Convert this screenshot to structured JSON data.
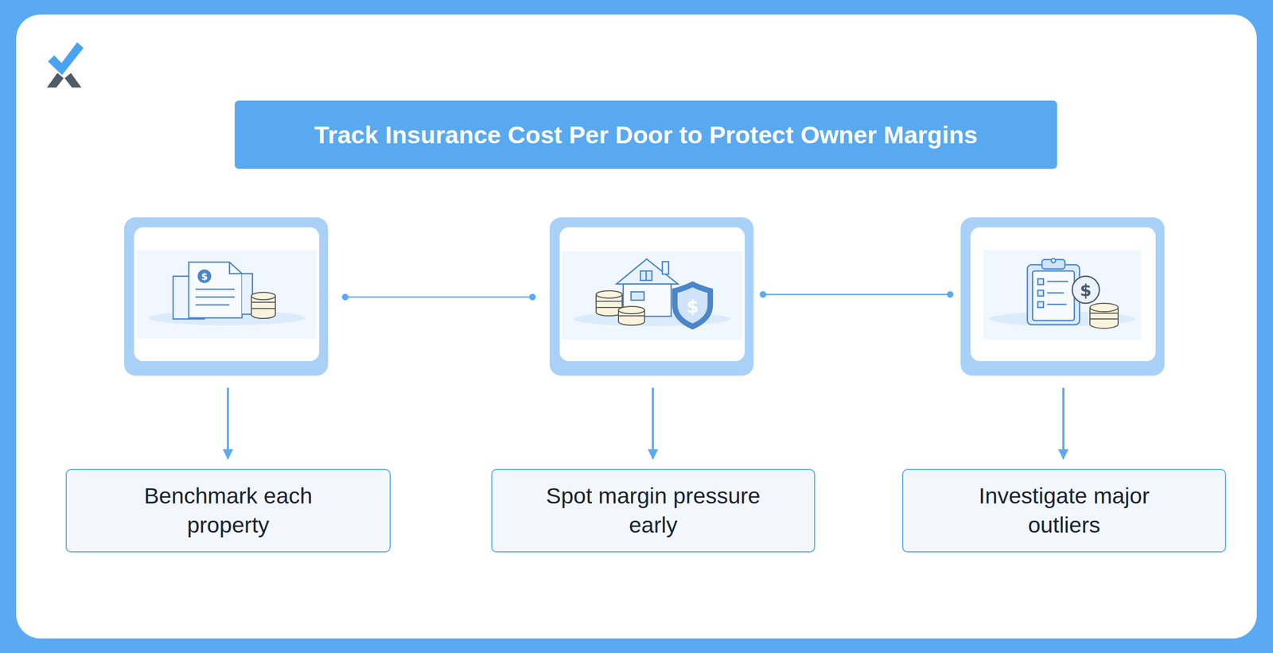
{
  "diagram": {
    "title": "Track Insurance Cost Per Door to Protect Owner Margins",
    "nodes": [
      {
        "text": [
          "Benchmark each property"
        ]
      },
      {
        "text": [
          "Spot margin pressure early"
        ]
      },
      {
        "text": [
          "Investigate major outliers"
        ]
      }
    ]
  }
}
